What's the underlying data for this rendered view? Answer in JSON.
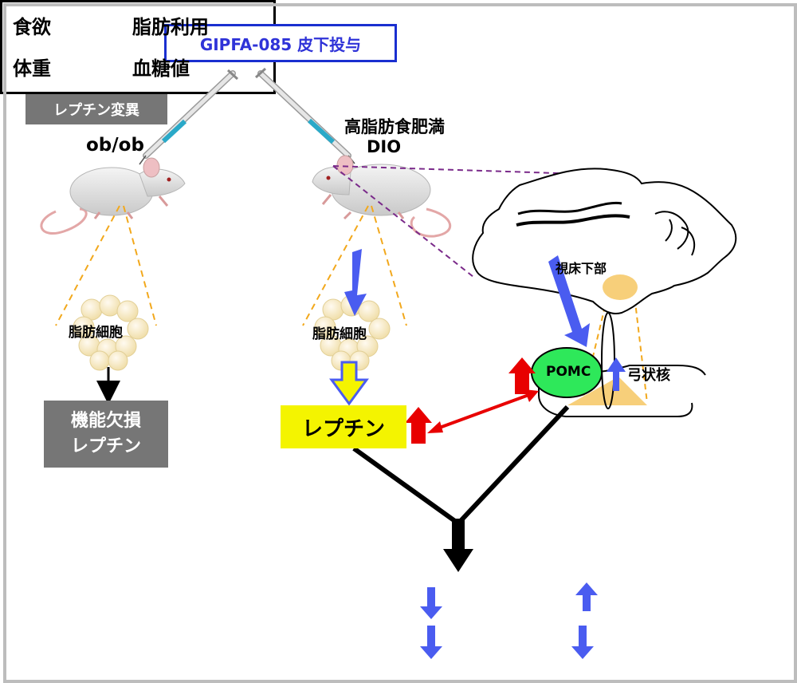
{
  "header": {
    "title": "GIPFA-085 皮下投与"
  },
  "left_mouse": {
    "tag": "レプチン変異",
    "name": "ob/ob",
    "fat_label": "脂肪細胞",
    "result_line1": "機能欠損",
    "result_line2": "レプチン"
  },
  "right_mouse": {
    "name_line1": "高脂肪食肥満",
    "name_line2": "DIO",
    "fat_label": "脂肪細胞",
    "leptin_label": "レプチン"
  },
  "brain": {
    "hypothalamus": "視床下部",
    "pomc": "POMC",
    "arcuate": "弓状核"
  },
  "results": {
    "appetite": "食欲",
    "fat_use": "脂肪利用",
    "body_weight": "体重",
    "blood_glucose": "血糖値"
  },
  "colors": {
    "blue_arrow": "#4a5cf0",
    "red_arrow": "#e80000",
    "pomc_fill": "#2ee85a",
    "leptin_fill": "#f4f400",
    "fat_cell": "#f7eabf",
    "arcuate_fill": "#f7cf7a",
    "dash_orange": "#f2a81c",
    "dash_purple": "#7a2a8a"
  },
  "icons": [
    "syringe-icon",
    "mouse-icon",
    "fat-cell-icon",
    "brain-icon",
    "arrow-up-icon",
    "arrow-down-icon"
  ]
}
